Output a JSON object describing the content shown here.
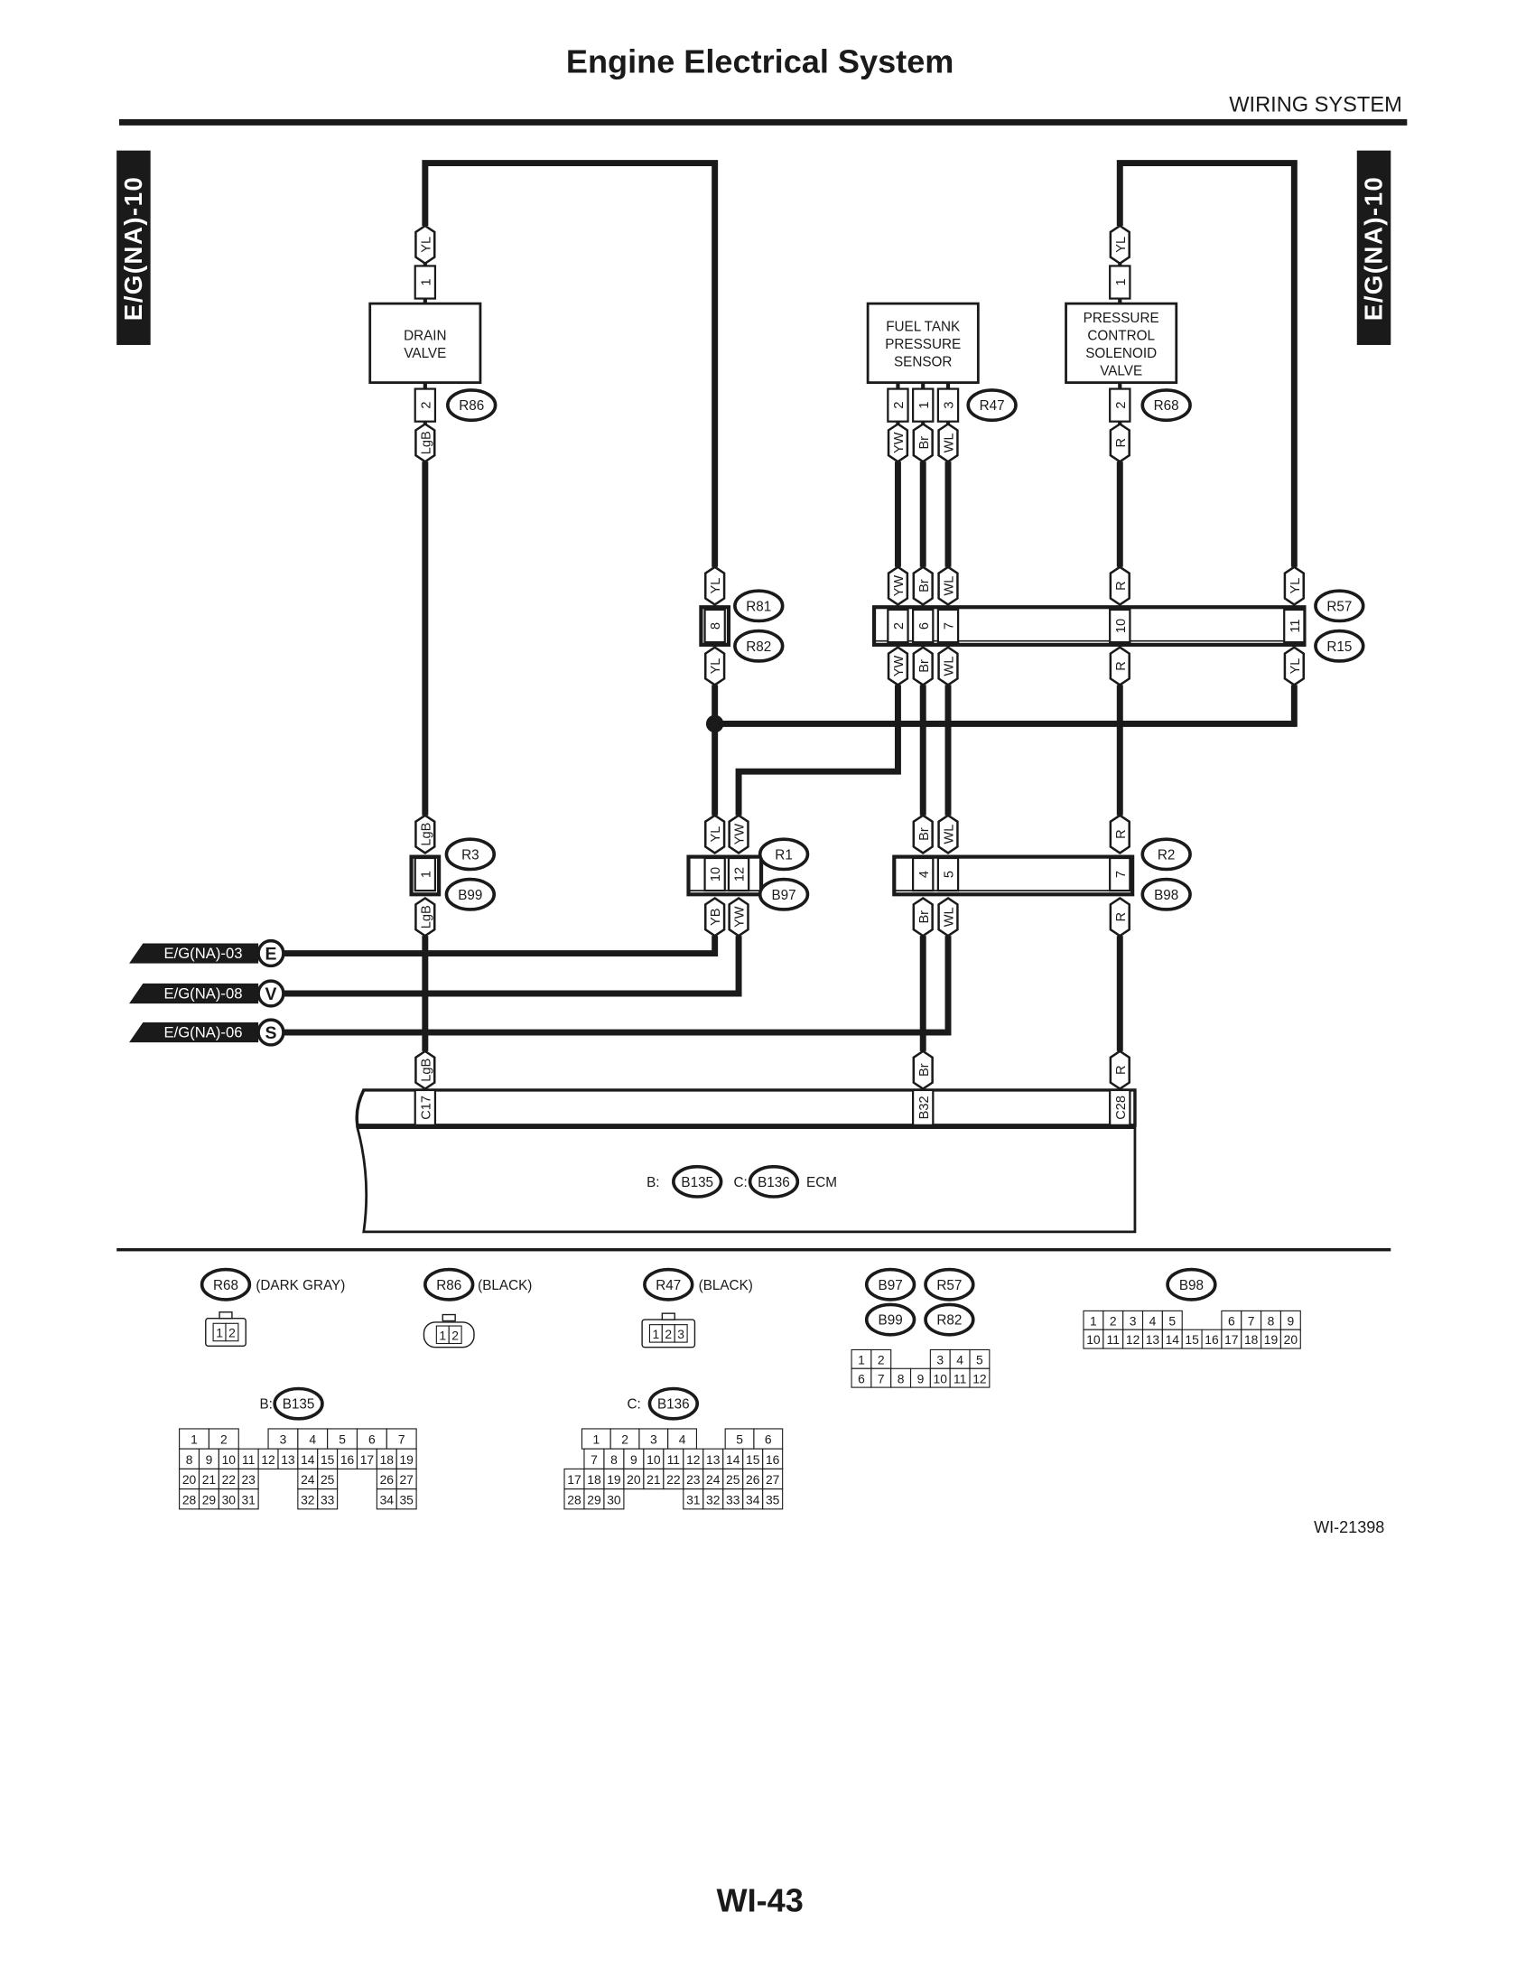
{
  "header": {
    "title": "Engine Electrical System",
    "section": "WIRING SYSTEM",
    "side_tab": "E/G(NA)-10"
  },
  "colors": {
    "ink": "#1a1a1a",
    "paper": "#ffffff"
  },
  "components": {
    "drain_valve": [
      "DRAIN",
      "VALVE"
    ],
    "fuel_tank_sensor": [
      "FUEL TANK",
      "PRESSURE",
      "SENSOR"
    ],
    "pcsv": [
      "PRESSURE",
      "CONTROL",
      "SOLENOID",
      "VALVE"
    ]
  },
  "wire_labels": [
    "YL",
    "LgB",
    "YW",
    "Br",
    "WL",
    "YL",
    "R",
    "YL",
    "YW",
    "Br",
    "WL",
    "R",
    "YL",
    "YL",
    "YW",
    "Br",
    "WL",
    "R",
    "YL",
    "LgB",
    "YL",
    "YW",
    "Br",
    "WL",
    "R",
    "LgB",
    "YB",
    "YW",
    "Br",
    "WL",
    "R",
    "LgB",
    "Br",
    "R"
  ],
  "pins": [
    "1",
    "2",
    "2",
    "1",
    "3",
    "1",
    "2",
    "8",
    "2",
    "6",
    "7",
    "10",
    "11",
    "1",
    "10",
    "12",
    "4",
    "5",
    "7",
    "C17",
    "B32",
    "C28"
  ],
  "connector_ids": [
    "R86",
    "R47",
    "R68",
    "R81",
    "R82",
    "R57",
    "R15",
    "R3",
    "B99",
    "R1",
    "B97",
    "R2",
    "B98"
  ],
  "offpage": [
    {
      "label": "E/G(NA)-03",
      "letter": "E"
    },
    {
      "label": "E/G(NA)-08",
      "letter": "V"
    },
    {
      "label": "E/G(NA)-06",
      "letter": "S"
    }
  ],
  "ecm": {
    "b_prefix": "B:",
    "b_id": "B135",
    "c_prefix": "C:",
    "c_id": "B136",
    "label": "ECM"
  },
  "legend": {
    "r68": {
      "id": "R68",
      "color": "(DARK GRAY)",
      "pins": [
        "1",
        "2"
      ]
    },
    "r86": {
      "id": "R86",
      "color": "(BLACK)",
      "pins": [
        "1",
        "2"
      ]
    },
    "r47": {
      "id": "R47",
      "color": "(BLACK)",
      "pins": [
        "1",
        "2",
        "3"
      ]
    },
    "group": {
      "ids": [
        "B97",
        "R57",
        "B99",
        "R82"
      ],
      "rows": [
        [
          1,
          2,
          null,
          null,
          3,
          4,
          5
        ],
        [
          6,
          7,
          8,
          9,
          10,
          11,
          12
        ]
      ]
    },
    "b98": {
      "id": "B98",
      "rows": [
        [
          1,
          2,
          3,
          4,
          5,
          null,
          null,
          6,
          7,
          8,
          9
        ],
        [
          10,
          11,
          12,
          13,
          14,
          15,
          16,
          17,
          18,
          19,
          20
        ]
      ]
    },
    "b135": {
      "prefix": "B:",
      "id": "B135",
      "rows": [
        [
          1,
          2,
          null,
          3,
          4,
          5,
          6,
          7
        ],
        [
          8,
          9,
          10,
          11,
          12,
          13,
          14,
          15,
          16,
          17,
          18,
          19
        ],
        [
          20,
          21,
          22,
          23,
          null,
          null,
          24,
          25,
          null,
          null,
          26,
          27
        ],
        [
          28,
          29,
          30,
          31,
          null,
          null,
          32,
          33,
          null,
          null,
          34,
          35
        ]
      ]
    },
    "b136": {
      "prefix": "C:",
      "id": "B136",
      "rows": [
        [
          1,
          2,
          3,
          4,
          null,
          5,
          6
        ],
        [
          null,
          7,
          8,
          9,
          10,
          11,
          12,
          13,
          14,
          15,
          16
        ],
        [
          17,
          18,
          19,
          20,
          21,
          22,
          23,
          24,
          25,
          26,
          27
        ],
        [
          28,
          29,
          30,
          null,
          null,
          null,
          31,
          32,
          33,
          34,
          35
        ]
      ]
    }
  },
  "figure_id": "WI-21398",
  "page_number": "WI-43"
}
